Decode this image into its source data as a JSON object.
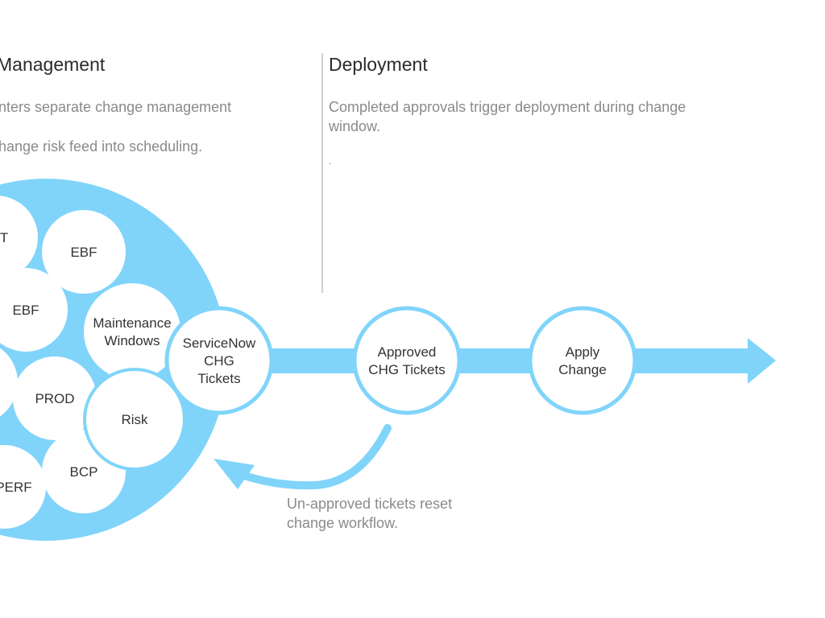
{
  "sections": {
    "left": {
      "heading": "Management",
      "line1": "nters separate change management",
      "line2": "hange risk feed into scheduling."
    },
    "right": {
      "heading": "Deployment",
      "line1": "Completed approvals trigger deployment during change window.",
      "line2": "."
    }
  },
  "cluster": {
    "nodes": {
      "t": "T",
      "ebf_top": "EBF",
      "ebf_left": "EBF",
      "maintenance": [
        "Maintenance",
        "Windows"
      ],
      "prod": "PROD",
      "risk": "Risk",
      "bcp": "BCP",
      "perf": "PERF"
    }
  },
  "flow": {
    "servicenow": [
      "ServiceNow",
      "CHG",
      "Tickets"
    ],
    "approved": [
      "Approved",
      "CHG Tickets"
    ],
    "apply": [
      "Apply",
      "Change"
    ]
  },
  "caption": "Un-approved tickets reset change workflow.",
  "colors": {
    "accent": "#80d4fa",
    "node_fill": "#ffffff",
    "heading": "#2b2b2b",
    "body_text": "#8a8a8a",
    "divider": "#cfcfcf"
  }
}
